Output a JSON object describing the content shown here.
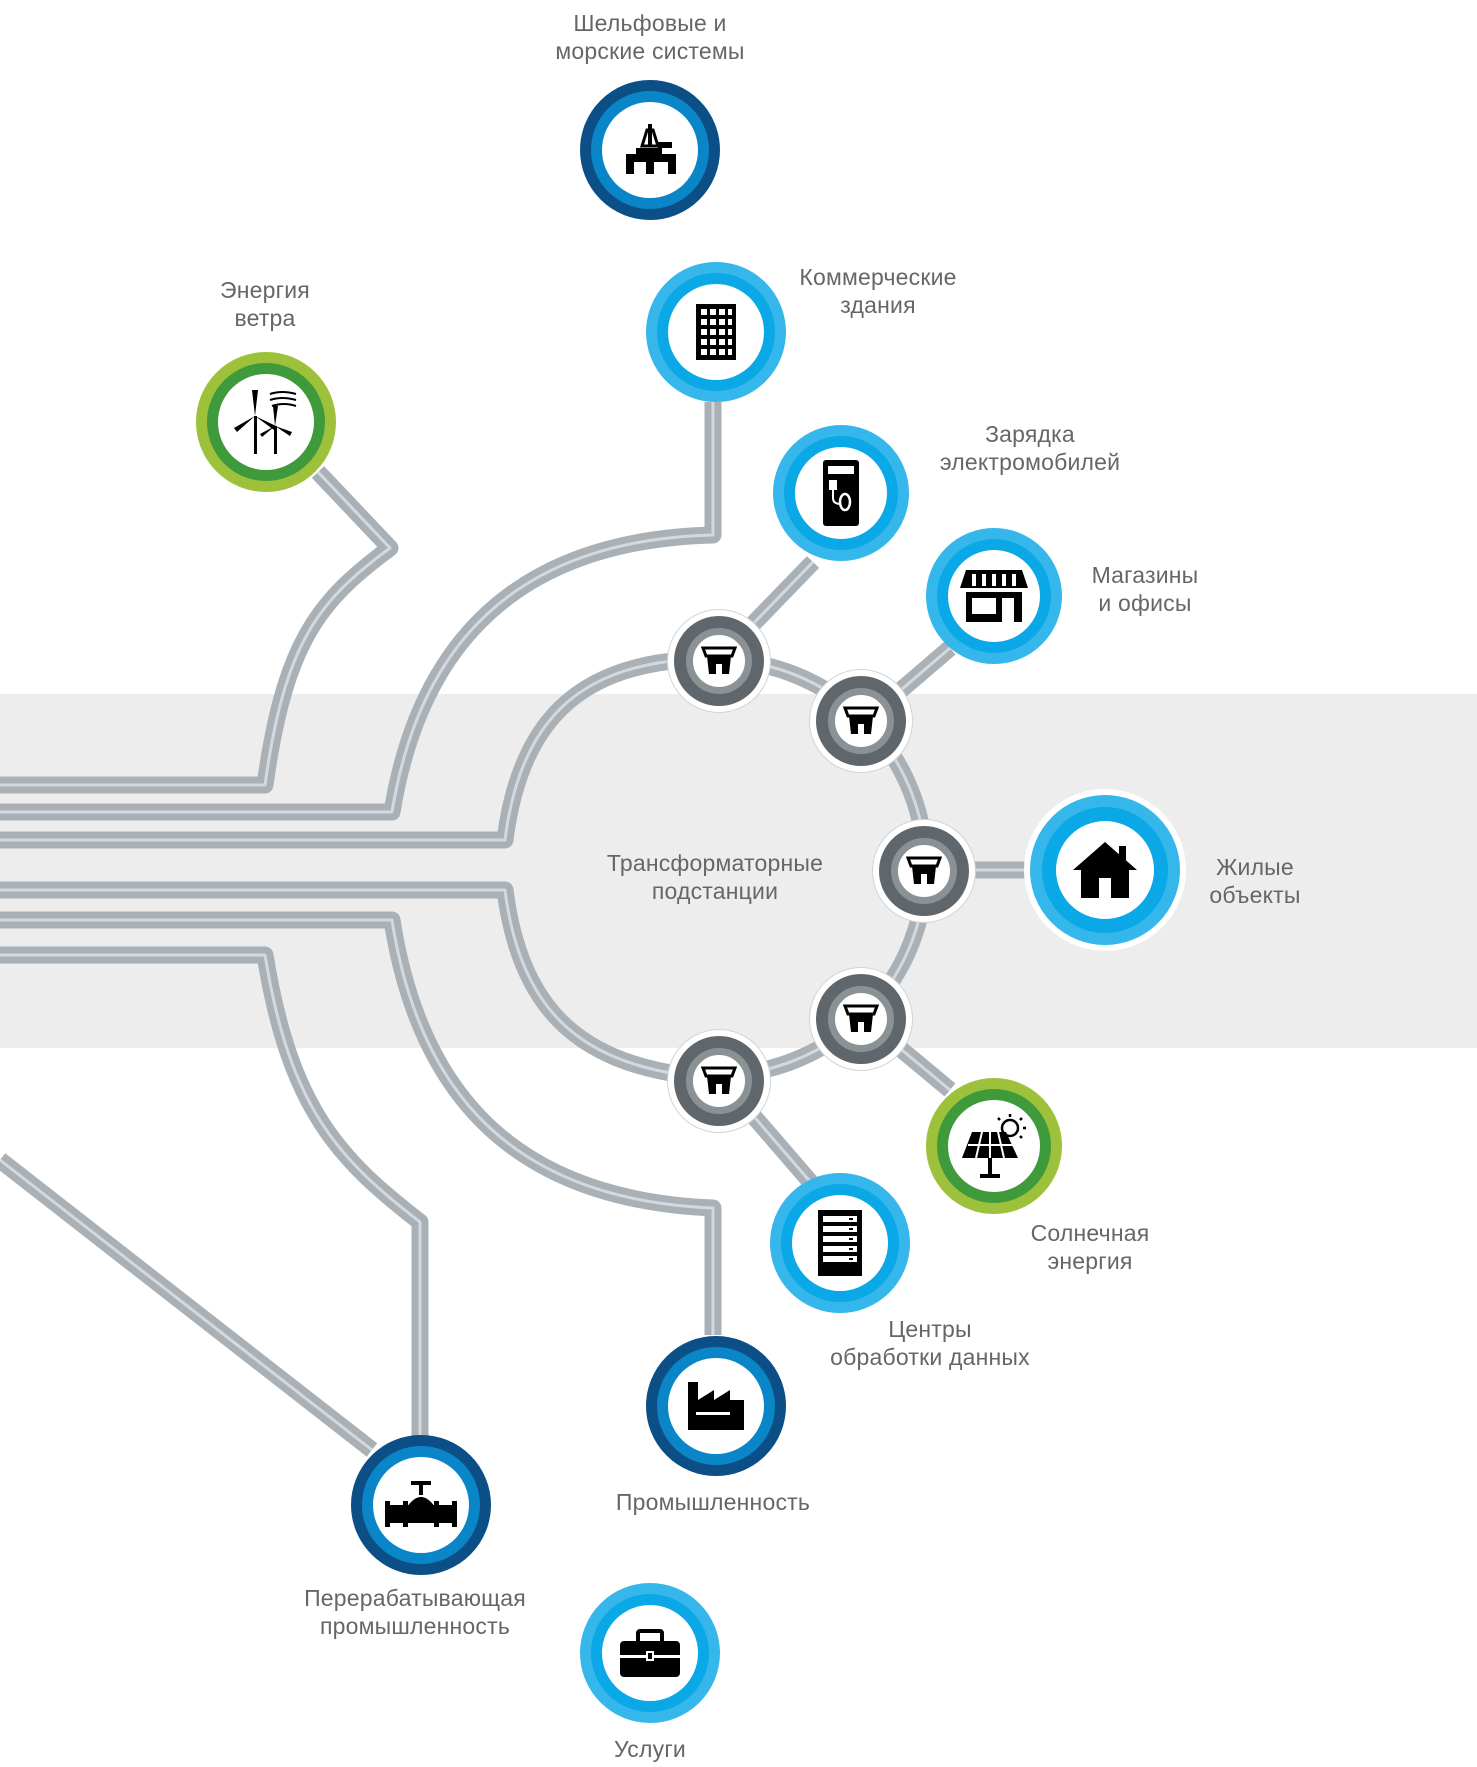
{
  "nodes": {
    "offshore": {
      "label_1": "Шельфовые и",
      "label_2": "морские системы",
      "icon": "offshore-platform-icon",
      "ring": "dark-blue"
    },
    "commercial": {
      "label_1": "Коммерческие",
      "label_2": "здания",
      "icon": "office-building-icon",
      "ring": "light-blue"
    },
    "wind": {
      "label_1": "Энергия",
      "label_2": "ветра",
      "icon": "wind-turbine-icon",
      "ring": "green"
    },
    "ev": {
      "label_1": "Зарядка",
      "label_2": "электромобилей",
      "icon": "ev-charger-icon",
      "ring": "light-blue"
    },
    "shops": {
      "label_1": "Магазины",
      "label_2": "и офисы",
      "icon": "storefront-icon",
      "ring": "light-blue"
    },
    "substations": {
      "label_1": "Трансформаторные",
      "label_2": "подстанции",
      "icon": "transformer-icon",
      "ring": "gray"
    },
    "residential": {
      "label_1": "Жилые",
      "label_2": "объекты",
      "icon": "house-icon",
      "ring": "light-blue"
    },
    "solar": {
      "label_1": "Солнечная",
      "label_2": "энергия",
      "icon": "solar-panel-icon",
      "ring": "green"
    },
    "datacenter": {
      "label_1": "Центры",
      "label_2": "обработки данных",
      "icon": "server-rack-icon",
      "ring": "light-blue"
    },
    "industry": {
      "label_1": "Промышленность",
      "label_2": "",
      "icon": "factory-icon",
      "ring": "dark-blue"
    },
    "processing": {
      "label_1": "Перерабатывающая",
      "label_2": "промышленность",
      "icon": "pipeline-valve-icon",
      "ring": "dark-blue"
    },
    "services": {
      "label_1": "Услуги",
      "label_2": "",
      "icon": "toolbox-icon",
      "ring": "light-blue"
    }
  },
  "colors": {
    "band": "#ededed",
    "wire": "#a9b0b6",
    "wire_highlight": "#d4d9dd",
    "label": "#666666",
    "ring_dark_blue": [
      "#0b4f86",
      "#0a86c8"
    ],
    "ring_light_blue": [
      "#36b7ec",
      "#0aa8e6"
    ],
    "ring_green": [
      "#9dc13a",
      "#3f9a3c"
    ],
    "ring_gray": [
      "#5f676d",
      "#8b9296"
    ]
  }
}
